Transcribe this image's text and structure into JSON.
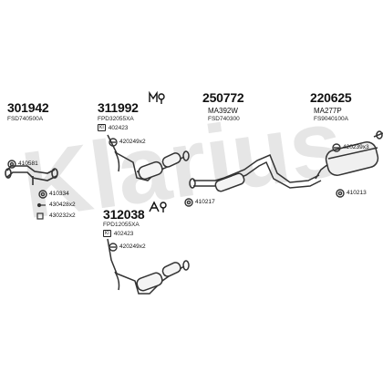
{
  "watermark": "Klarius",
  "groups": [
    {
      "part_number": "301942",
      "ref": "FSD740500A"
    },
    {
      "part_number": "311992",
      "ref": "FPD32055XA",
      "badge": "KI",
      "badge_ref": "402423"
    },
    {
      "part_number": "250772",
      "ref_primary": "MA392W",
      "ref": "FSD740300"
    },
    {
      "part_number": "220625",
      "ref_primary": "MA277P",
      "ref": "FS9040100A"
    },
    {
      "part_number": "312038",
      "ref": "FPD12055XA",
      "badge": "KI",
      "badge_ref": "402423"
    }
  ],
  "parts": {
    "p410581": "410581",
    "p420249_top": "420249x2",
    "p410334": "410334",
    "p430428": "430428x2",
    "p430232": "430232x2",
    "p420249_bottom": "420249x2",
    "p410217": "410217",
    "p420239": "420239x3",
    "p410213": "410213"
  },
  "icons": [
    "mounting-kit-icon",
    "fitting-kit-icon"
  ],
  "colors": {
    "watermark": "#e6e6e6",
    "line": "#333333"
  }
}
